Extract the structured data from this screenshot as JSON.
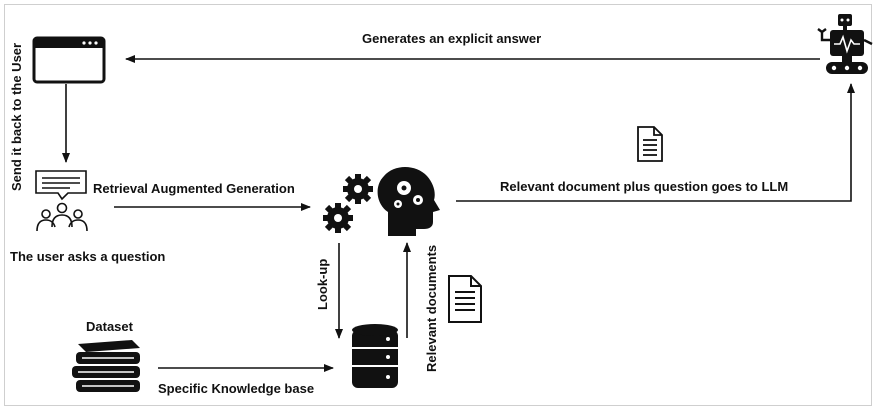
{
  "labels": {
    "generates_answer": "Generates an explicit answer",
    "send_back": "Send it back to the User",
    "rag": "Retrieval Augmented Generation",
    "user_asks": "The user asks a question",
    "relevant_doc_llm": "Relevant document plus question goes to LLM",
    "look_up": "Look-up",
    "relevant_documents": "Relevant documents",
    "dataset": "Dataset",
    "knowledge_base": "Specific Knowledge base"
  },
  "icons": {
    "browser": "browser-window-icon",
    "user_group": "users-question-icon",
    "gears_head": "gears-head-icon",
    "robot": "robot-llm-icon",
    "doc_top": "document-icon",
    "doc_mid": "document-icon",
    "database": "database-icon",
    "books": "books-icon"
  },
  "colors": {
    "stroke": "#111111",
    "frame": "#cfcfcf"
  }
}
